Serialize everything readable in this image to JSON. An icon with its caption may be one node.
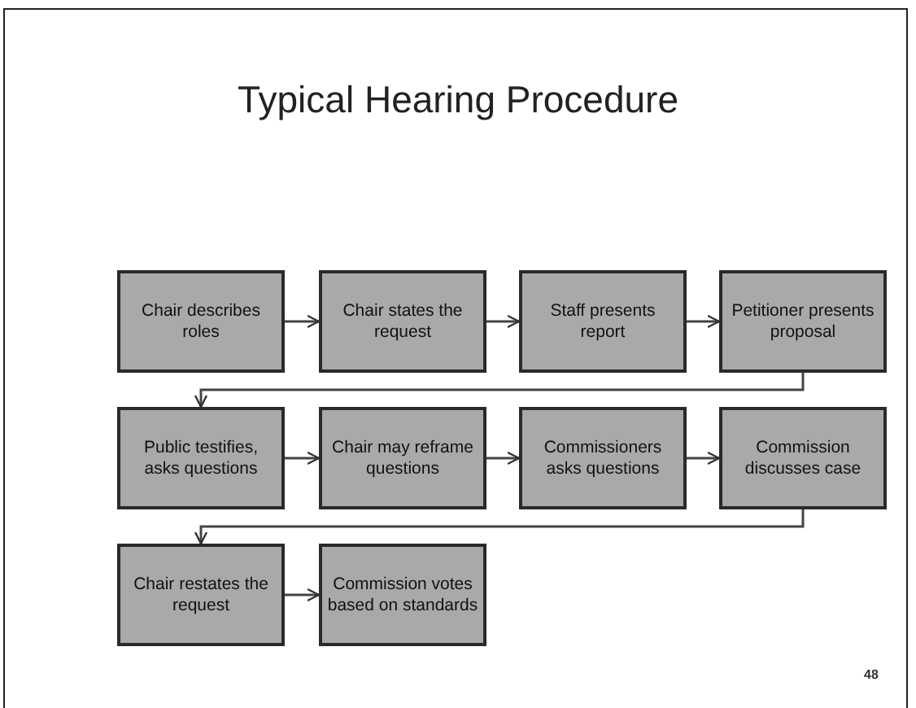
{
  "diagram": {
    "title": "Typical Hearing Procedure",
    "nodes": [
      {
        "text": [
          "Chair describes roles"
        ]
      },
      {
        "text": [
          "Chair states the request"
        ]
      },
      {
        "text": [
          "Staff presents report"
        ]
      },
      {
        "text": [
          "Petitioner presents proposal"
        ]
      },
      {
        "text": [
          "Public testifies, asks questions"
        ]
      },
      {
        "text": [
          "Chair may reframe questions"
        ]
      },
      {
        "text": [
          "Commissioners asks questions"
        ]
      },
      {
        "text": [
          "Commission discusses case"
        ]
      },
      {
        "text": [
          "Chair restates the request"
        ]
      },
      {
        "text": [
          "Commission votes based on standards"
        ]
      }
    ],
    "edges": [
      {
        "from": 0,
        "to": 1,
        "arrow": "to"
      },
      {
        "from": 1,
        "to": 2,
        "arrow": "to"
      },
      {
        "from": 2,
        "to": 3,
        "arrow": "to"
      },
      {
        "from": 3,
        "to": 4,
        "arrow": "to"
      },
      {
        "from": 4,
        "to": 5,
        "arrow": "to"
      },
      {
        "from": 5,
        "to": 6,
        "arrow": "to"
      },
      {
        "from": 6,
        "to": 7,
        "arrow": "to"
      },
      {
        "from": 7,
        "to": 8,
        "arrow": "to"
      },
      {
        "from": 8,
        "to": 9,
        "arrow": "to"
      }
    ],
    "labels": [
      "48"
    ]
  }
}
